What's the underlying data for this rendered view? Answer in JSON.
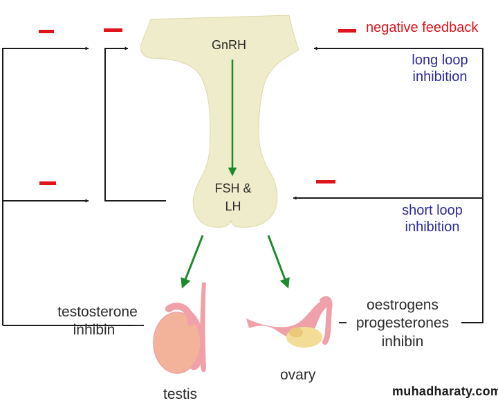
{
  "colors": {
    "gland": "#eeecca",
    "gland_stroke": "#dcd9a8",
    "feedback_line": "#1a1a1a",
    "stimulation_arrow": "#1a8a2a",
    "inhibition_mark": "#e0141c",
    "label_blue": "#2a2a9a",
    "label_dark": "#2b2b2b",
    "testis_fill": "#f2b39a",
    "tissue_pink": "#f0a0a8",
    "ovary_fill": "#f3dc96"
  },
  "legend": {
    "negative_feedback": "negative feedback"
  },
  "hypothalamus": {
    "hormone": "GnRH"
  },
  "pituitary": {
    "hormone_line1": "FSH &",
    "hormone_line2": "LH"
  },
  "loops": {
    "long_loop_line1": "long loop",
    "long_loop_line2": "inhibition",
    "short_loop_line1": "short loop",
    "short_loop_line2": "inhibition"
  },
  "male": {
    "product_line1": "testosterone",
    "product_line2": "inhibin",
    "organ": "testis"
  },
  "female": {
    "product_line1": "oestrogens",
    "product_line2": "progesterones",
    "product_line3": "inhibin",
    "organ": "ovary"
  },
  "watermark": "muhadharaty.com",
  "icons": {
    "inhibition": "minus-sign",
    "stimulation": "green-arrow",
    "feedback": "black-arrow"
  }
}
